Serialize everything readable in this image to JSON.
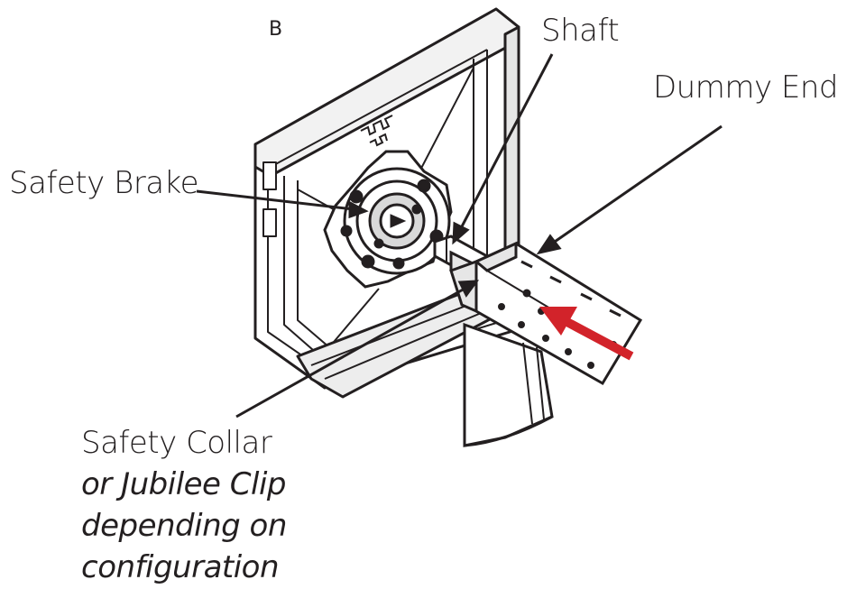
{
  "labels": {
    "panel_letter": "B",
    "shaft": "Shaft",
    "dummy_end": "Dummy End",
    "safety_brake": "Safety Brake",
    "safety_collar": "Safety Collar",
    "collar_note": [
      "or Jubilee Clip",
      "depending on",
      "configuration"
    ]
  },
  "colors": {
    "line": "#231f20",
    "arrow": "#d2232a",
    "fill": "#ffffff",
    "shade": "#d9d9d9"
  }
}
